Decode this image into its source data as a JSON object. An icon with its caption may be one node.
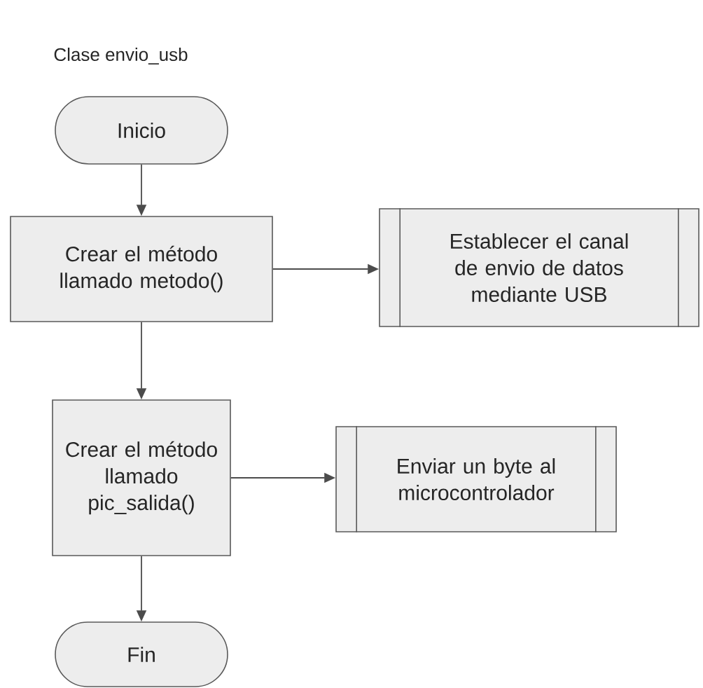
{
  "diagram": {
    "title": "Clase envio_usb",
    "nodes": [
      {
        "text": [
          "Inicio"
        ]
      },
      {
        "text": [
          "Crear el método llamado metodo()"
        ]
      },
      {
        "text": [
          "Establecer el canal de envio de datos mediante USB"
        ]
      },
      {
        "text": [
          "Crear el método llamado pic_salida()"
        ]
      },
      {
        "text": [
          "Enviar un byte al microcontrolador"
        ]
      },
      {
        "text": [
          "Fin"
        ]
      }
    ],
    "edges": [
      {
        "from": 0,
        "to": 1,
        "arrow": "to"
      },
      {
        "from": 1,
        "to": 2,
        "arrow": "to"
      },
      {
        "from": 1,
        "to": 3,
        "arrow": "to"
      },
      {
        "from": 3,
        "to": 4,
        "arrow": "to"
      },
      {
        "from": 3,
        "to": 5,
        "arrow": "to"
      }
    ]
  }
}
